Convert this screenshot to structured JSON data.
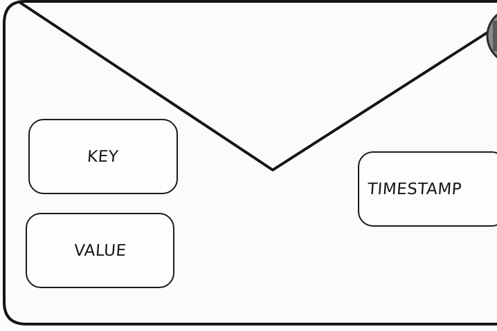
{
  "diagram": {
    "fields": {
      "key": "KEY",
      "value": "VALUE",
      "timestamp": "TIMESTAMP"
    }
  },
  "colors": {
    "stroke": "#141414",
    "background": "#fbfbfb"
  }
}
